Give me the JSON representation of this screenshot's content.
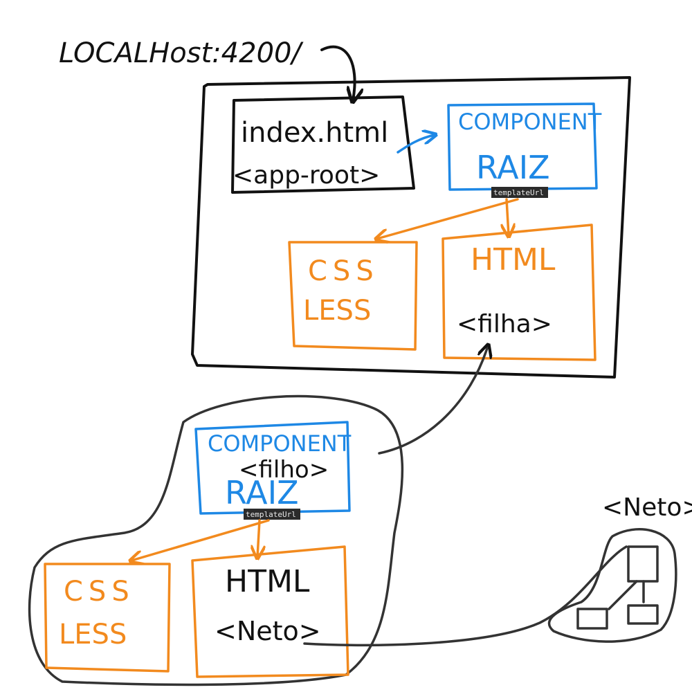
{
  "url_label": "LOCALHost:4200/",
  "index_box": {
    "line1": "index.html",
    "line2": "<app-root>"
  },
  "root_component": {
    "line1": "COMPONENT",
    "line2": "RAIZ",
    "tag": "templateUrl"
  },
  "root_css": {
    "line1": "CSS",
    "line2": "LESS"
  },
  "root_html": {
    "line1": "HTML",
    "line2": "<filha>"
  },
  "child_component": {
    "line1": "COMPONENT",
    "line2": "<filho>",
    "line3": "RAIZ",
    "tag": "templateUrl"
  },
  "child_css": {
    "line1": "CSS",
    "line2": "LESS"
  },
  "child_html": {
    "line1": "HTML",
    "line2": "<Neto>"
  },
  "neto_label": "<Neto>",
  "colors": {
    "black": "#111111",
    "blue": "#1e88e5",
    "orange": "#f28a1e",
    "gray": "#333333"
  }
}
